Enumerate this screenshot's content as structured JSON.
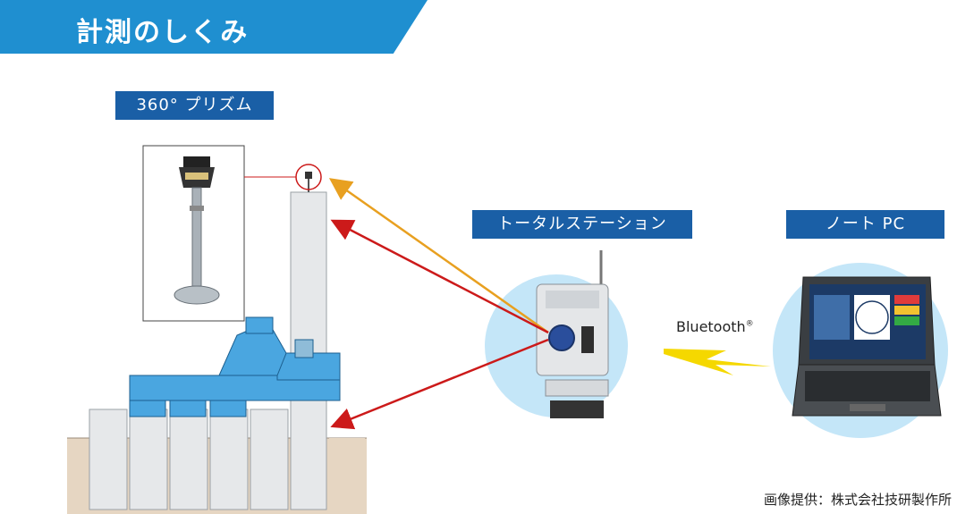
{
  "title": "計測のしくみ",
  "labels": {
    "prism": "360° プリズム",
    "total_station": "トータルステーション",
    "pc": "ノート PC"
  },
  "bluetooth": "Bluetooth",
  "bluetooth_mark": "®",
  "credit": "画像提供：株式会社技研製作所",
  "colors": {
    "banner": "#1f8fd0",
    "label_box": "#1a5fa6",
    "arrow_red": "#cc1a1a",
    "arrow_orange": "#e8a020",
    "bluetooth_bolt": "#f5d800",
    "circle_bg": "#c4e6f8",
    "machine_blue": "#4aa6e0",
    "ground": "#e6d6c2"
  }
}
